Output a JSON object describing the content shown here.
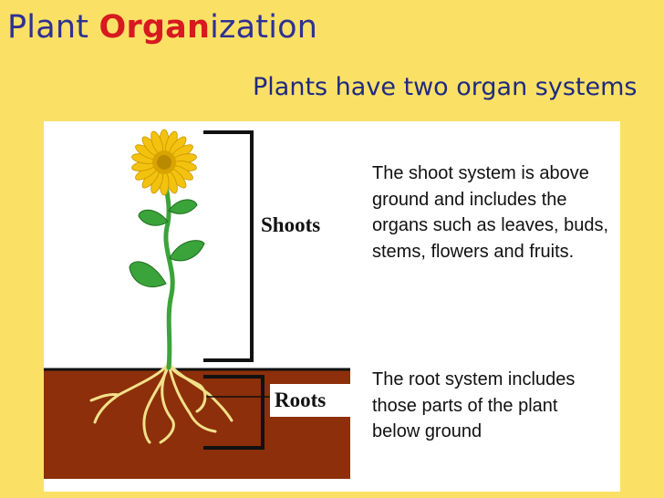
{
  "slide": {
    "title_parts": [
      "Plant ",
      "Organ",
      "ization"
    ],
    "subtitle": "Plants have two organ systems",
    "colors": {
      "background": "#fbe066",
      "title": "#2e3192",
      "title_highlight": "#d71920",
      "soil": "#8c2f0a",
      "leaf": "#3aa33a",
      "petal": "#f2c20f"
    }
  },
  "diagram": {
    "labels": {
      "shoots": "Shoots",
      "roots": "Roots"
    }
  },
  "text": {
    "shoot_description": "The shoot system is above ground and includes the organs such as leaves, buds, stems, flowers and fruits.",
    "root_description": "The root system includes those parts of the plant below ground"
  }
}
